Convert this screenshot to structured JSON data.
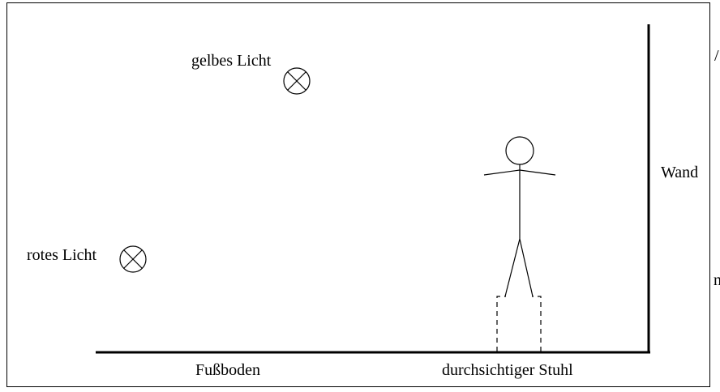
{
  "diagram": {
    "labels": {
      "yellow_light": "gelbes Licht",
      "red_light": "rotes Licht",
      "wall": "Wand",
      "floor": "Fußboden",
      "transparent_chair": "durchsichtiger Stuhl"
    },
    "clipped_left_glyph_top": "/",
    "clipped_left_glyph_bottom": "n",
    "colors": {
      "ink": "#000000",
      "background": "#ffffff"
    },
    "icons": {
      "light": "lamp-cross-circle-icon",
      "person": "stick-figure",
      "chair": "dashed-chair-outline"
    }
  }
}
